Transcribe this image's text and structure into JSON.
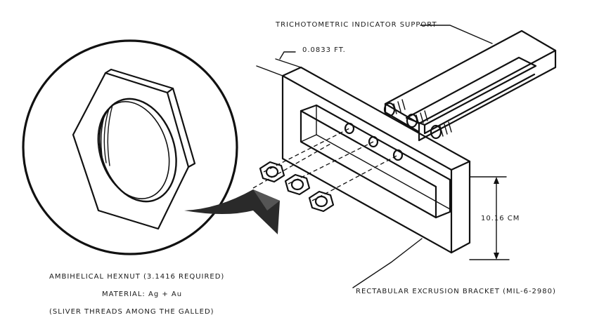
{
  "labels": {
    "indicator_support": "TRICHOTOMETRIC INDICATOR SUPPORT",
    "thickness": "0.0833 FT.",
    "height": "10.16 CM",
    "hexnut": "AMBIHELICAL HEXNUT (3.1416 REQUIRED)",
    "material": "MATERIAL: Ag + Au",
    "threads": "(SLIVER THREADS AMONG THE GALLED)",
    "bracket": "RECTABULAR EXCRUSION BRACKET (MIL-6-2980)"
  }
}
